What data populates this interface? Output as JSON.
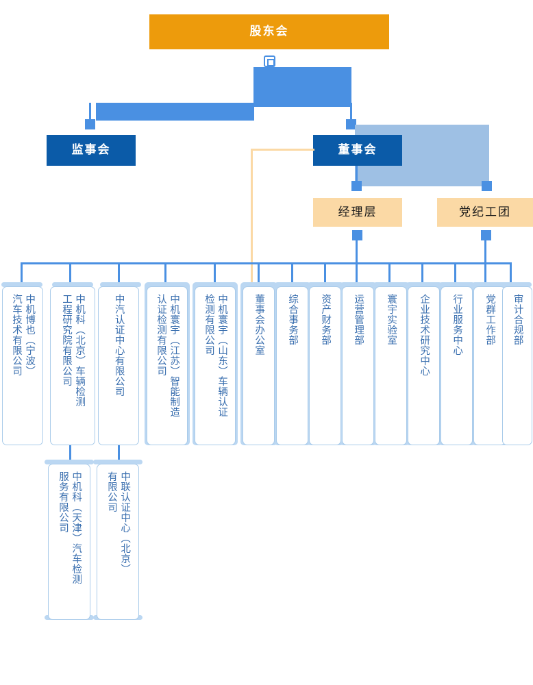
{
  "diagram": {
    "title": "股东会组织架构图",
    "colors": {
      "orange": "#ED9B0C",
      "dark_blue": "#0B5BA8",
      "tan": "#FBD9A5",
      "connector_blue": "#4A90E2",
      "pale_blue": "#BBD7F2",
      "text_blue": "#3A6FAF"
    }
  },
  "level1": {
    "shareholders": "股东会"
  },
  "level2": {
    "supervisors": "监事会",
    "directors": "董事会"
  },
  "level3": {
    "management": "经理层",
    "party": "党纪工团"
  },
  "leaves": [
    {
      "id": "zhongji-boye-ningbo",
      "lines": "中机博也（宁波）\n汽车技术有限公司",
      "glow": false
    },
    {
      "id": "zhongjike-beijing",
      "lines": "中机科（北京）车辆检测\n工程研究院有限公司",
      "glow": false
    },
    {
      "id": "zhongqi-renzheng",
      "lines": "中汽认证中心有限公司",
      "glow": false
    },
    {
      "id": "zhongji-huanyu-jiangsu",
      "lines": "中机寰宇（江苏）智能制造\n认证检测有限公司",
      "glow": true
    },
    {
      "id": "zhongji-huanyu-shandong",
      "lines": "中机寰宇（山东）车辆认证\n检测有限公司",
      "glow": true
    },
    {
      "id": "dongshihui-bangongshi",
      "lines": "董事会办公室",
      "glow": true
    },
    {
      "id": "zonghe-shiwubu",
      "lines": "综合事务部",
      "glow": true
    },
    {
      "id": "zichan-caiwubu",
      "lines": "资产财务部",
      "glow": true
    },
    {
      "id": "yunying-guanlibu",
      "lines": "运营管理部",
      "glow": true
    },
    {
      "id": "huanyu-shiyanshi",
      "lines": "寰宇实验室",
      "glow": true
    },
    {
      "id": "qiye-jishu-yanjiu-zhongxin",
      "lines": "企业技术研究中心",
      "glow": true
    },
    {
      "id": "hangye-fuwu-zhongxin",
      "lines": "行业服务中心",
      "glow": true
    },
    {
      "id": "dangqun-gongzuobu",
      "lines": "党群工作部",
      "glow": true
    },
    {
      "id": "shenji-hegui-bu",
      "lines": "审计合规部",
      "glow": false
    }
  ],
  "sub_leaves": [
    {
      "id": "zhongjike-tianjin",
      "lines": "中机科（天津）汽车检测\n服务有限公司"
    },
    {
      "id": "zhonglian-renzheng-beijing",
      "lines": "中联认证中心（北京）\n有限公司"
    }
  ]
}
